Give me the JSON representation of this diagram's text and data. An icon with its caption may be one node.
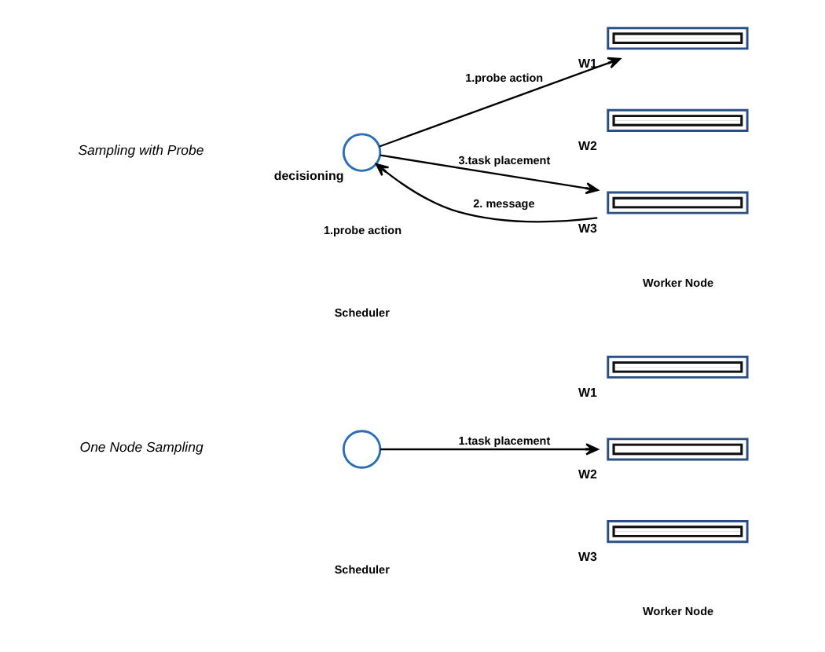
{
  "diagram": {
    "nodes": [
      {
        "text": [],
        "shape": "circle",
        "beside": [
          "decisioning"
        ]
      },
      {
        "text": [],
        "shape": "box",
        "beside": [
          "W1"
        ]
      },
      {
        "text": [],
        "shape": "box",
        "beside": [
          "W2"
        ]
      },
      {
        "text": [],
        "shape": "box",
        "beside": [
          "W3"
        ]
      },
      {
        "text": [],
        "shape": "circle"
      },
      {
        "text": [],
        "shape": "box",
        "beside": [
          "W1"
        ]
      },
      {
        "text": [],
        "shape": "box",
        "beside": [
          "W2"
        ]
      },
      {
        "text": [],
        "shape": "box",
        "beside": [
          "W3"
        ]
      }
    ],
    "edges": [
      {
        "from": 0,
        "to": 1,
        "arrow": "to",
        "label": "1.probe action"
      },
      {
        "from": 3,
        "to": 0,
        "arrow": "to",
        "label": "2. message"
      },
      {
        "from": 0,
        "to": 3,
        "arrow": "to",
        "label": "3.task placement"
      },
      {
        "from": 4,
        "to": 6,
        "arrow": "to",
        "label": "1.task placement"
      }
    ],
    "labels": [
      "Sampling with Probe",
      "1.probe action",
      "Scheduler",
      "Worker Node",
      "One Node Sampling",
      "Scheduler",
      "Worker Node"
    ]
  }
}
